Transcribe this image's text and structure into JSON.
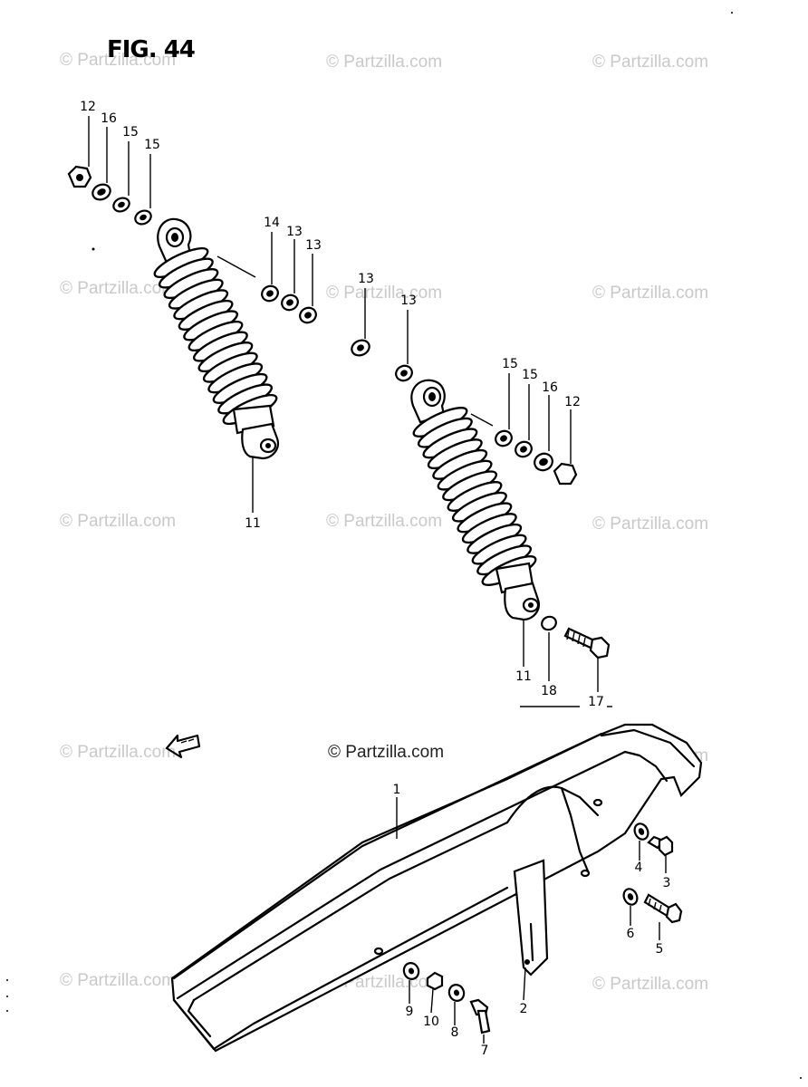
{
  "figure": {
    "title": "FIG. 44"
  },
  "watermark": {
    "text": "© Partzilla.com",
    "center_text": "© Partzilla.com"
  },
  "callouts": [
    {
      "id": "c12a",
      "text": "12"
    },
    {
      "id": "c16a",
      "text": "16"
    },
    {
      "id": "c15a",
      "text": "15"
    },
    {
      "id": "c15b",
      "text": "15"
    },
    {
      "id": "c14",
      "text": "14"
    },
    {
      "id": "c13a",
      "text": "13"
    },
    {
      "id": "c13b",
      "text": "13"
    },
    {
      "id": "c13c",
      "text": "13"
    },
    {
      "id": "c13d",
      "text": "13"
    },
    {
      "id": "c15c",
      "text": "15"
    },
    {
      "id": "c15d",
      "text": "15"
    },
    {
      "id": "c16b",
      "text": "16"
    },
    {
      "id": "c12b",
      "text": "12"
    },
    {
      "id": "c11a",
      "text": "11"
    },
    {
      "id": "c11b",
      "text": "11"
    },
    {
      "id": "c18",
      "text": "18"
    },
    {
      "id": "c17",
      "text": "17"
    },
    {
      "id": "c1",
      "text": "1"
    },
    {
      "id": "c4",
      "text": "4"
    },
    {
      "id": "c3",
      "text": "3"
    },
    {
      "id": "c6",
      "text": "6"
    },
    {
      "id": "c5",
      "text": "5"
    },
    {
      "id": "c9",
      "text": "9"
    },
    {
      "id": "c10",
      "text": "10"
    },
    {
      "id": "c8",
      "text": "8"
    },
    {
      "id": "c7",
      "text": "7"
    },
    {
      "id": "c2",
      "text": "2"
    }
  ],
  "icons": {
    "shock_absorber": "shock-absorber-icon",
    "washer": "washer-icon",
    "nut": "nut-icon",
    "bolt": "bolt-icon",
    "chain_case": "chain-case-icon",
    "direction_arrow": "front-direction-arrow-icon"
  },
  "colors": {
    "ink": "#000000",
    "paper": "#ffffff",
    "watermark": "#c9c9c9"
  }
}
